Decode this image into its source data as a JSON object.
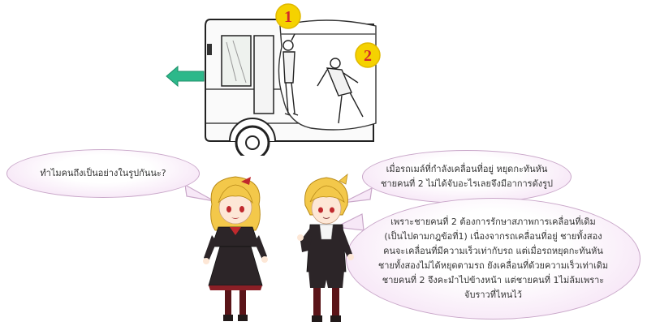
{
  "illustration": {
    "passenger_labels": [
      "1",
      "2"
    ],
    "arrow_color": "#2db88a",
    "badge_color": "#f5d200",
    "label_color": "#d32a2a"
  },
  "bubbles": {
    "question": "ทำไมคนถึงเป็นอย่างในรูปกันนะ?",
    "event_lines": [
      "เมื่อรถเมล์ที่กำลังเคลื่อนที่อยู่ หยุดกะทันหัน",
      "ชายคนที่ 2 ไม่ได้จับอะไรเลยจึงมีอาการดังรูป"
    ],
    "answer_lines": [
      "เพราะชายคนที่ 2 ต้องการรักษาสภาพการเคลื่อนที่เดิม",
      "(เป็นไปตามกฎข้อที่1) เนื่องจากรถเคลื่อนที่อยู่ ชายทั้งสอง",
      "คนจะเคลื่อนที่มีความเร็วเท่ากับรถ แต่เมื่อรถหยุดกะทันหัน",
      "ชายทั้งสองไม่ได้หยุดตามรถ ยังเคลื่อนที่ด้วยความเร็วเท่าเดิม",
      "ชายคนที่ 2 จึงคะมำไปข้างหน้า แต่ชายคนที่ 1ไม่ล้มเพราะ",
      "จับราวที่ไหนไว้"
    ],
    "bubble_fill": "#f7e8f7",
    "bubble_border": "#c9a7c9"
  }
}
